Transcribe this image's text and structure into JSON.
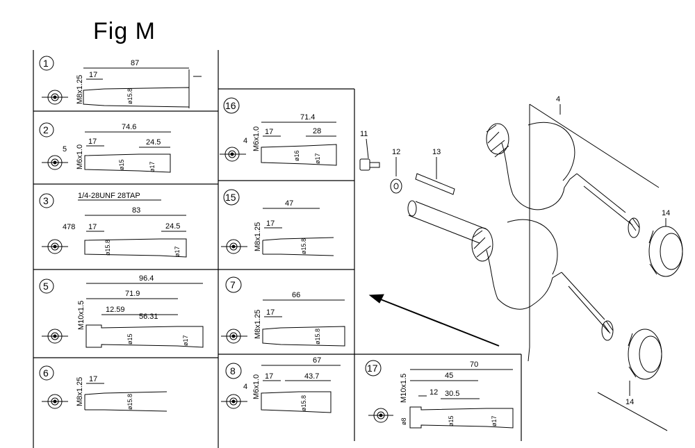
{
  "title": "Fig M",
  "panels": [
    {
      "num": "1",
      "thread": "M8x1.25",
      "dims": [
        "87",
        "17",
        "ø15.8"
      ]
    },
    {
      "num": "2",
      "thread": "M6x1.0",
      "side": "5",
      "dims": [
        "74.6",
        "17",
        "24.5",
        "ø15",
        "ø17"
      ]
    },
    {
      "num": "3",
      "header": "1/4-28UNF 28TAP",
      "side": "478",
      "dims": [
        "83",
        "17",
        "24.5",
        "ø15.8",
        "ø17"
      ]
    },
    {
      "num": "5",
      "thread": "M10x1.5",
      "dims": [
        "96.4",
        "71.9",
        "12.59",
        "56.31",
        "ø15",
        "ø17"
      ]
    },
    {
      "num": "6",
      "thread": "M8x1.25",
      "dims": [
        "17",
        "ø15.8"
      ]
    },
    {
      "num": "16",
      "thread": "M6x1.0",
      "side": "4",
      "dims": [
        "71.4",
        "17",
        "28",
        "ø16",
        "ø17"
      ]
    },
    {
      "num": "15",
      "thread": "M8x1.25",
      "dims": [
        "47",
        "17",
        "ø15.8"
      ]
    },
    {
      "num": "7",
      "thread": "M8x1.25",
      "dims": [
        "66",
        "17",
        "ø15.8"
      ]
    },
    {
      "num": "8",
      "thread": "M6x1.0",
      "side": "4",
      "dims": [
        "67",
        "17",
        "43.7",
        "ø15.8"
      ]
    },
    {
      "num": "17",
      "thread": "M10x1.5",
      "side": "ø8",
      "dims": [
        "70",
        "45",
        "12",
        "30.5",
        "ø15",
        "ø17"
      ]
    }
  ],
  "parts": [
    "11",
    "12",
    "13",
    "4",
    "14",
    "14"
  ]
}
